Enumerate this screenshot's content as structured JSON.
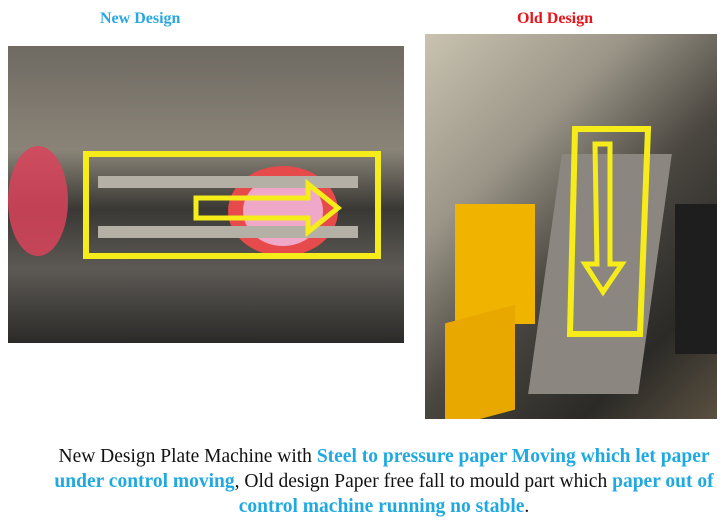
{
  "titles": {
    "new": "New Design",
    "old": "Old Design"
  },
  "caption": {
    "part1": "New Design Plate Machine with ",
    "part2": "Steel to pressure paper Moving which let paper under control moving",
    "part3": ", Old design Paper free fall to mould part which ",
    "part4": "paper out of control machine running no stable",
    "part5": "."
  },
  "colors": {
    "highlight": "#1fa9e0",
    "new_title": "#2aa7e0",
    "old_title": "#e8141b",
    "marker": "#f5ec1a"
  }
}
